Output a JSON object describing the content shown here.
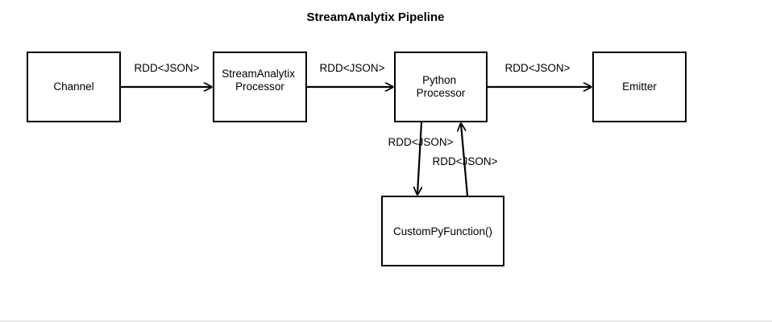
{
  "title": "StreamAnalytix Pipeline",
  "nodes": {
    "channel": {
      "lines": [
        "Channel"
      ]
    },
    "sa_processor": {
      "lines": [
        "StreamAnalytix",
        "Processor"
      ]
    },
    "py_processor": {
      "lines": [
        "Python",
        "Processor"
      ]
    },
    "emitter": {
      "lines": [
        "Emitter"
      ]
    },
    "custom_fn": {
      "lines": [
        "CustomPyFunction()"
      ]
    }
  },
  "edges": {
    "channel_to_sa": {
      "label": "RDD<JSON>"
    },
    "sa_to_py": {
      "label": "RDD<JSON>"
    },
    "py_to_emitter": {
      "label": "RDD<JSON>"
    },
    "py_to_custom": {
      "label": "RDD<JSON>"
    },
    "custom_to_py": {
      "label": "RDD<JSON>"
    }
  }
}
